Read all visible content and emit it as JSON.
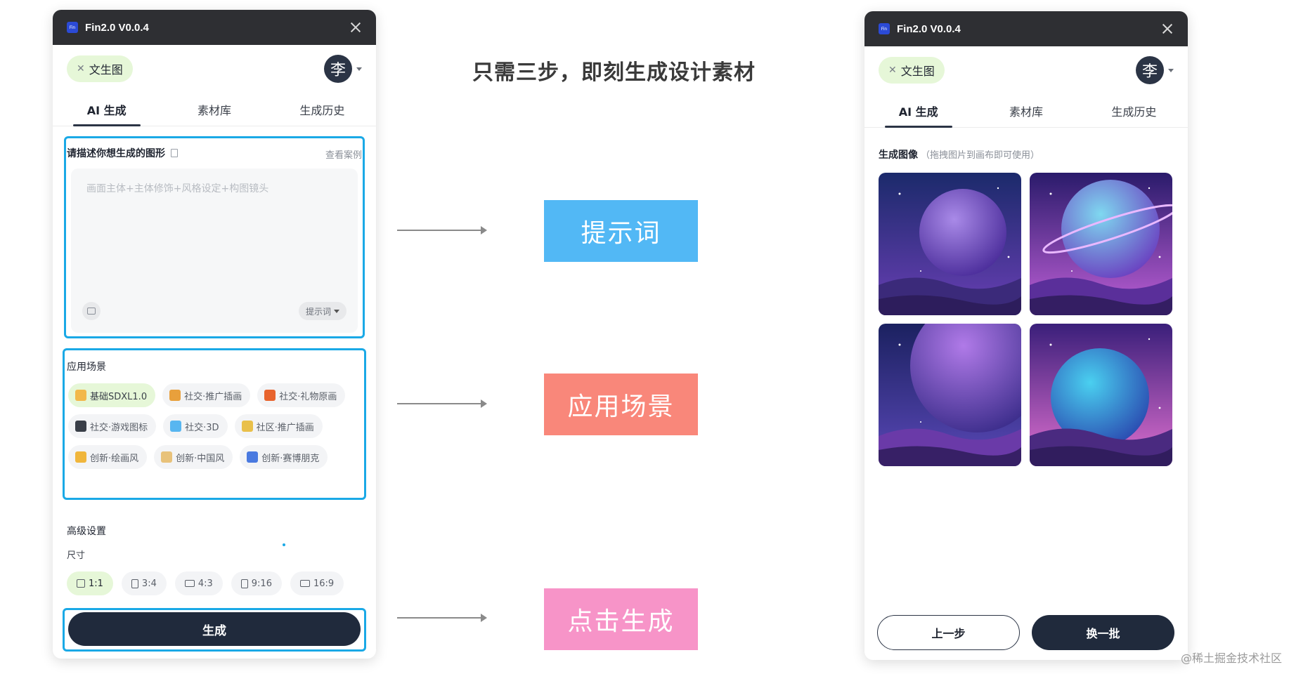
{
  "headline": "只需三步，即刻生成设计素材",
  "steps": [
    {
      "label": "提示词",
      "color": "#52b8f5"
    },
    {
      "label": "应用场景",
      "color": "#f9877a"
    },
    {
      "label": "点击生成",
      "color": "#f794c8"
    }
  ],
  "watermark": "@稀土掘金技术社区",
  "window": {
    "title": "Fin2.0 V0.0.4",
    "logo_text": "Fin",
    "mode_chip": "文生图",
    "avatar": "李",
    "tabs": [
      "AI 生成",
      "素材库",
      "生成历史"
    ]
  },
  "left": {
    "prompt_title": "请描述你想生成的图形",
    "view_examples": "查看案例",
    "prompt_placeholder": "画面主体+主体修饰+风格设定+构图镜头",
    "prompt_button": "提示词",
    "scenes_title": "应用场景",
    "scenes": [
      {
        "label": "基础SDXL1.0",
        "selected": true,
        "icon_color": "#f2b84b"
      },
      {
        "label": "社交·推广插画",
        "selected": false,
        "icon_color": "#e8a03c"
      },
      {
        "label": "社交·礼物原画",
        "selected": false,
        "icon_color": "#e8642e"
      },
      {
        "label": "社交·游戏图标",
        "selected": false,
        "icon_color": "#3a3f48"
      },
      {
        "label": "社交·3D",
        "selected": false,
        "icon_color": "#58b6f0"
      },
      {
        "label": "社区·推广插画",
        "selected": false,
        "icon_color": "#e9c04a"
      },
      {
        "label": "创新·绘画风",
        "selected": false,
        "icon_color": "#f0b63c"
      },
      {
        "label": "创新·中国风",
        "selected": false,
        "icon_color": "#e8c27a"
      },
      {
        "label": "创新·赛博朋克",
        "selected": false,
        "icon_color": "#4a7ae0"
      }
    ],
    "advanced_title": "高级设置",
    "size_title": "尺寸",
    "ratios": [
      {
        "label": "1:1",
        "selected": true,
        "shape": "square"
      },
      {
        "label": "3:4",
        "selected": false,
        "shape": "tall"
      },
      {
        "label": "4:3",
        "selected": false,
        "shape": "wide"
      },
      {
        "label": "9:16",
        "selected": false,
        "shape": "tall"
      },
      {
        "label": "16:9",
        "selected": false,
        "shape": "wide"
      }
    ],
    "generate_button": "生成"
  },
  "right": {
    "gen_title": "生成图像",
    "gen_hint": "（拖拽图片到画布即可使用）",
    "images": [
      "planet-image-1",
      "planet-image-2",
      "planet-image-3",
      "planet-image-4"
    ],
    "prev_button": "上一步",
    "batch_button": "换一批"
  },
  "colors": {
    "highlight_border": "#1aa9e6",
    "titlebar": "#2e2f33",
    "primary_button": "#202a3c",
    "chip_selected": "#e6f7d8"
  }
}
